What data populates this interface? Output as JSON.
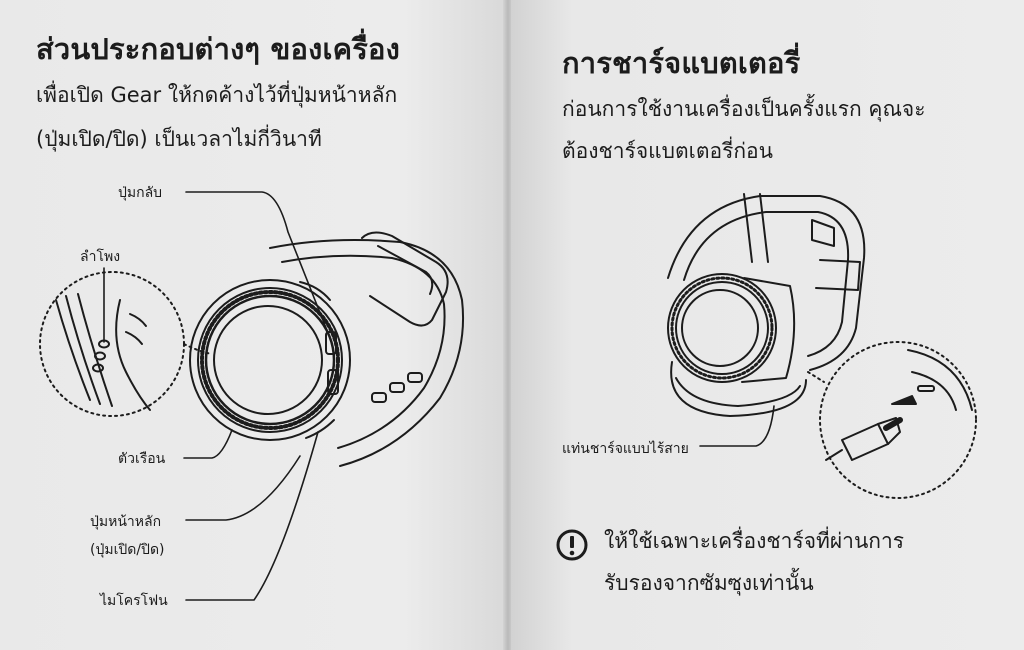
{
  "left_page": {
    "title": "ส่วนประกอบต่างๆ ของเครื่อง",
    "intro_line1": "เพื่อเปิด Gear ให้กดค้างไว้ที่ปุ่มหน้าหลัก",
    "intro_line2": "(ปุ่มเปิด/ปิด) เป็นเวลาไม่กี่วินาที",
    "labels": {
      "back_button": "ปุ่มกลับ",
      "speaker": "ลำโพง",
      "bezel": "ตัวเรือน",
      "home_button_1": "ปุ่มหน้าหลัก",
      "home_button_2": "(ปุ่มเปิด/ปิด)",
      "microphone": "ไมโครโฟน"
    }
  },
  "right_page": {
    "title": "การชาร์จแบตเตอรี่",
    "intro_line1": "ก่อนการใช้งานเครื่องเป็นครั้งแรก คุณจะ",
    "intro_line2": "ต้องชาร์จแบตเตอรี่ก่อน",
    "labels": {
      "wireless_dock": "แท่นชาร์จแบบไร้สาย"
    },
    "caution_line1": "ให้ใช้เฉพาะเครื่องชาร์จที่ผ่านการ",
    "caution_line2": "รับรองจากซัมซุงเท่านั้น"
  },
  "icons": [
    "caution-icon"
  ]
}
